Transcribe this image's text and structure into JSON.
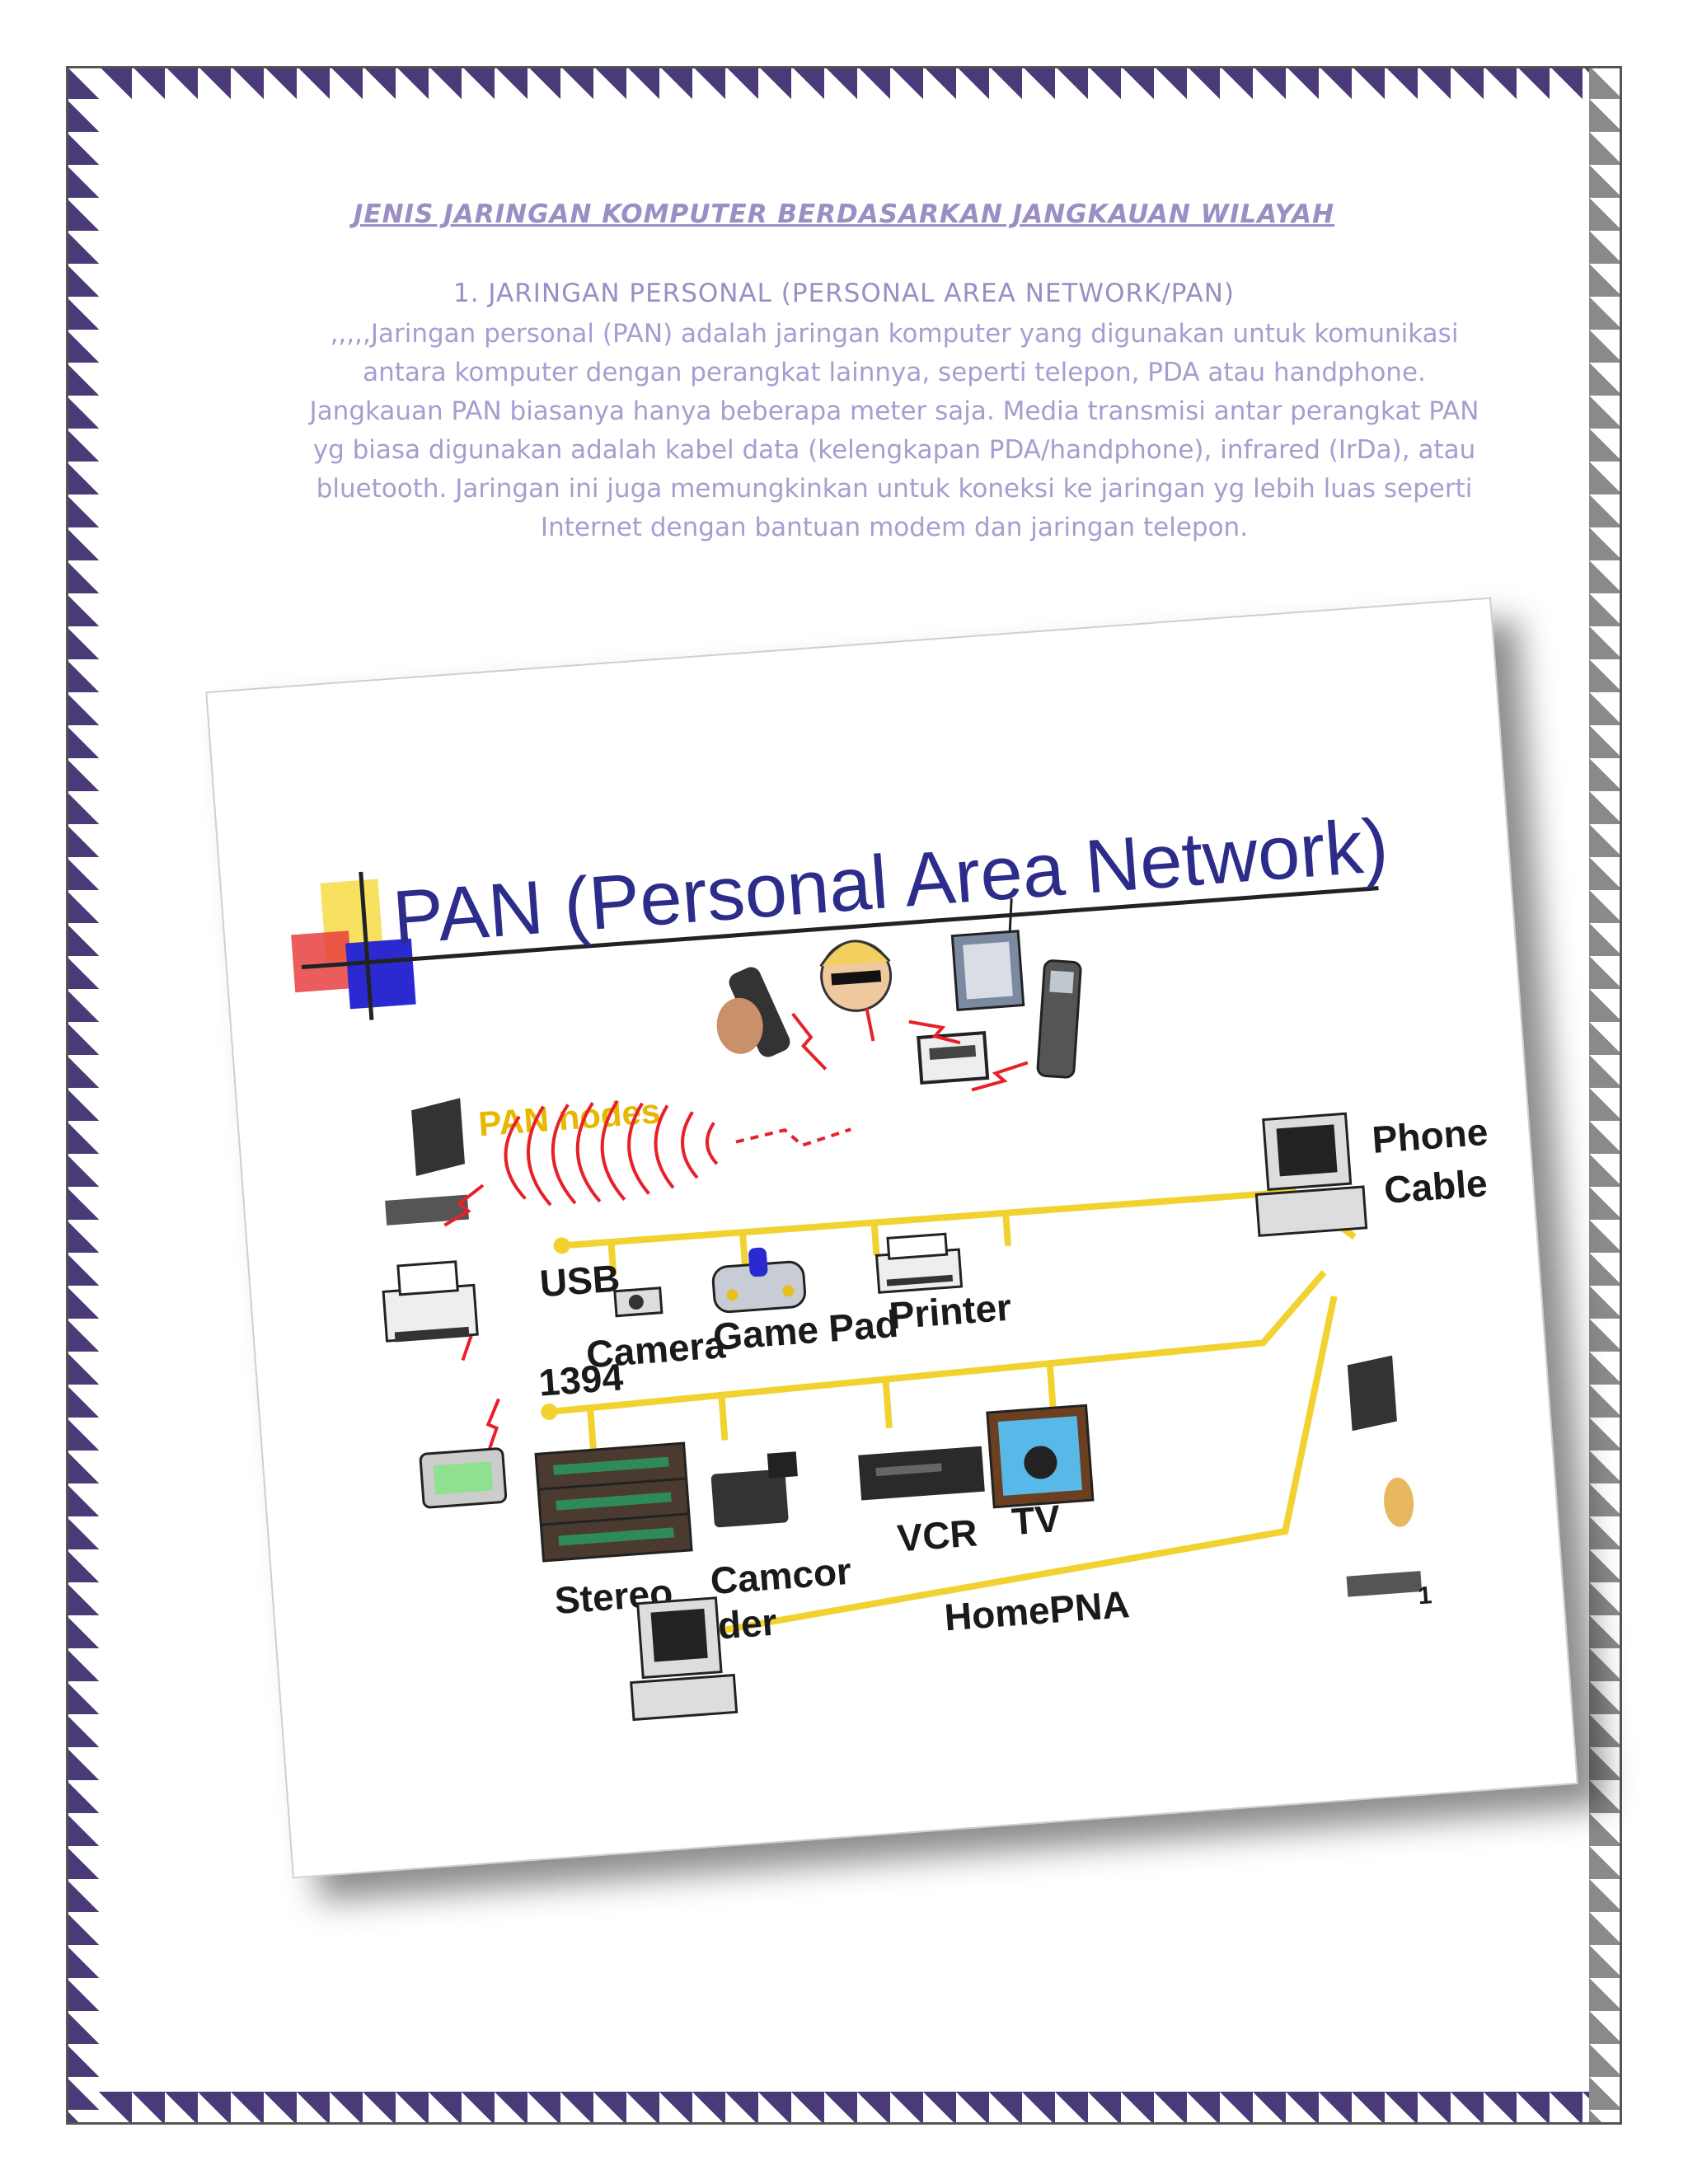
{
  "document": {
    "title": "JENIS JARINGAN KOMPUTER  BERDASARKAN  JANGKAUAN  WILAYAH",
    "section_heading": "1.    JARINGAN  PERSONAL  (PERSONAL  AREA  NETWORK/PAN)",
    "paragraph": ",,,,,Jaringan personal (PAN) adalah jaringan komputer  yang digunakan untuk komunikasi antara komputer  dengan perangkat lainnya, seperti telepon, PDA atau handphone. Jangkauan PAN biasanya hanya beberapa meter saja. Media transmisi  antar perangkat PAN yg biasa digunakan adalah kabel data (kelengkapan PDA/handphone), infrared (IrDa), atau bluetooth. Jaringan ini juga memungkinkan untuk koneksi ke jaringan yg lebih luas seperti Internet dengan bantuan modem dan jaringan telepon."
  },
  "slide": {
    "title": "PAN (Personal Area Network)",
    "nodes_label": "PAN nodes",
    "bus_usb": "USB",
    "bus_1394": "1394",
    "phone_cable_line1": "Phone",
    "phone_cable_line2": "Cable",
    "devices": {
      "camera": "Camera",
      "game_pad": "Game Pad",
      "printer": "Printer",
      "stereo": "Stereo",
      "camcorder_line1": "Camcor",
      "camcorder_line2": "der",
      "vcr": "VCR",
      "tv": "TV"
    },
    "homepna": "HomePNA",
    "page_number": "1"
  },
  "colors": {
    "text_purple": "#a89cd0",
    "border_purple": "#4a3a78",
    "slide_title_blue": "#2c2c8a",
    "bus_yellow": "#f2d230",
    "signal_red": "#e8202a"
  }
}
